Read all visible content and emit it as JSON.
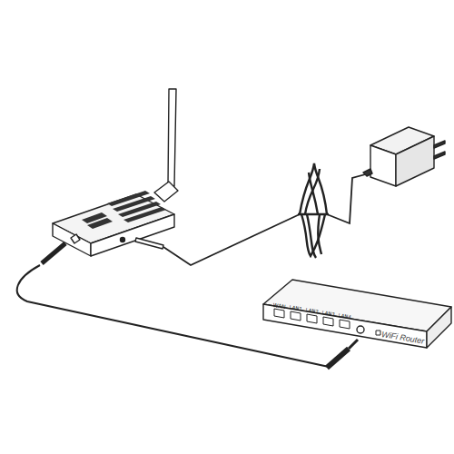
{
  "diagram": {
    "nodes": [
      {
        "text": [
          "WiFi Router"
        ]
      }
    ],
    "labels": [
      "WAN",
      "LAN1",
      "LAN2",
      "LAN3",
      "LAN4"
    ]
  }
}
